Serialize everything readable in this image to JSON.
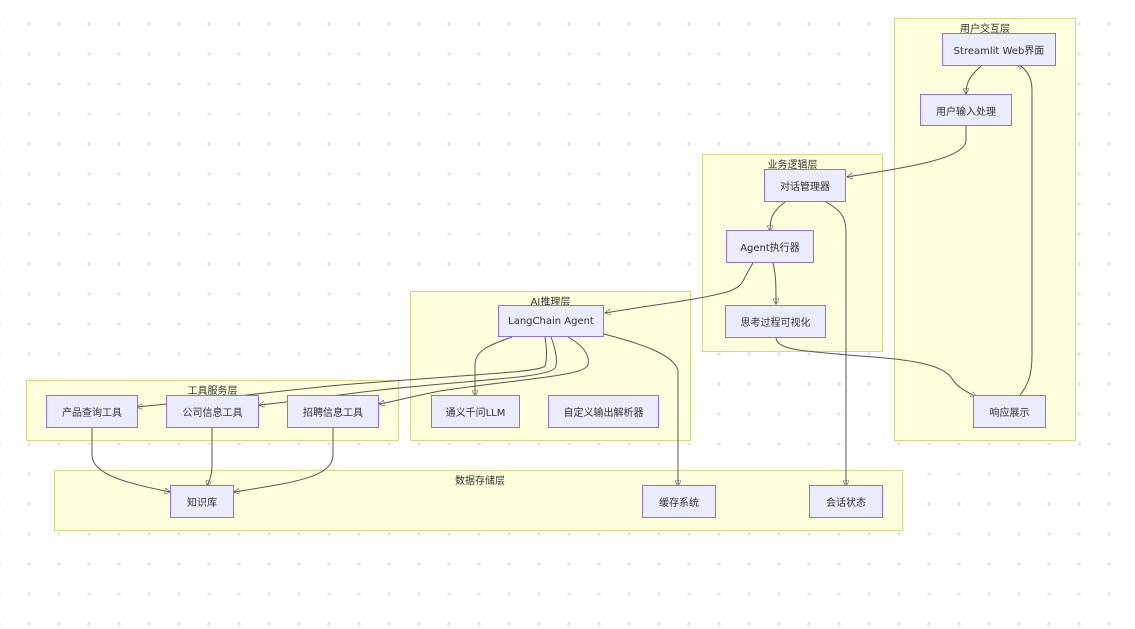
{
  "diagram": {
    "type": "flowchart",
    "clusters": [
      {
        "id": "ui",
        "label": "用户交互层"
      },
      {
        "id": "biz",
        "label": "业务逻辑层"
      },
      {
        "id": "ai",
        "label": "AI推理层"
      },
      {
        "id": "tools",
        "label": "工具服务层"
      },
      {
        "id": "data",
        "label": "数据存储层"
      }
    ],
    "nodes": {
      "streamlit": "Streamlit Web界面",
      "input": "用户输入处理",
      "response": "响应展示",
      "dialog": "对话管理器",
      "agent_exec": "Agent执行器",
      "thinking": "思考过程可视化",
      "langchain": "LangChain Agent",
      "llm": "通义千问LLM",
      "parser": "自定义输出解析器",
      "product_tool": "产品查询工具",
      "company_tool": "公司信息工具",
      "recruit_tool": "招聘信息工具",
      "kb": "知识库",
      "cache": "缓存系统",
      "session": "会话状态"
    },
    "edges": [
      [
        "streamlit",
        "input"
      ],
      [
        "input",
        "dialog"
      ],
      [
        "dialog",
        "agent_exec"
      ],
      [
        "dialog",
        "session"
      ],
      [
        "agent_exec",
        "langchain"
      ],
      [
        "agent_exec",
        "thinking"
      ],
      [
        "thinking",
        "response"
      ],
      [
        "response",
        "streamlit"
      ],
      [
        "langchain",
        "llm"
      ],
      [
        "langchain",
        "product_tool"
      ],
      [
        "langchain",
        "company_tool"
      ],
      [
        "langchain",
        "recruit_tool"
      ],
      [
        "langchain",
        "cache"
      ],
      [
        "product_tool",
        "kb"
      ],
      [
        "company_tool",
        "kb"
      ],
      [
        "recruit_tool",
        "kb"
      ]
    ]
  },
  "colors": {
    "cluster_fill": "#ffffde",
    "cluster_border": "#d6d68a",
    "node_fill": "#ececff",
    "node_border": "#9370db",
    "edge": "#555555"
  }
}
